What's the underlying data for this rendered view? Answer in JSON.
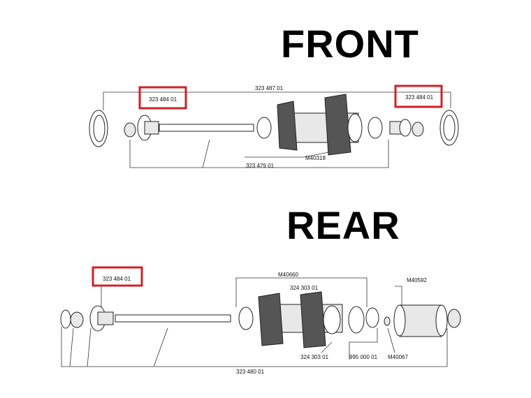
{
  "headings": {
    "front": "FRONT",
    "rear": "REAR"
  },
  "front": {
    "labels": {
      "top_center": "323 487 01",
      "highlight_left": "323 484 01",
      "highlight_right": "323 484 01",
      "hub": "M40318",
      "axle": "323 479 01"
    }
  },
  "rear": {
    "labels": {
      "highlight_left": "323 484 01",
      "hub_top": "M40660",
      "pawl_top": "324 303 01",
      "pawl_bottom": "324 303 01",
      "bearing": "995 000 01",
      "freehub": "M40592",
      "washer": "M40067",
      "axle": "323 480 01"
    }
  },
  "colors": {
    "highlight": "#d0202a",
    "ink": "#222222"
  }
}
